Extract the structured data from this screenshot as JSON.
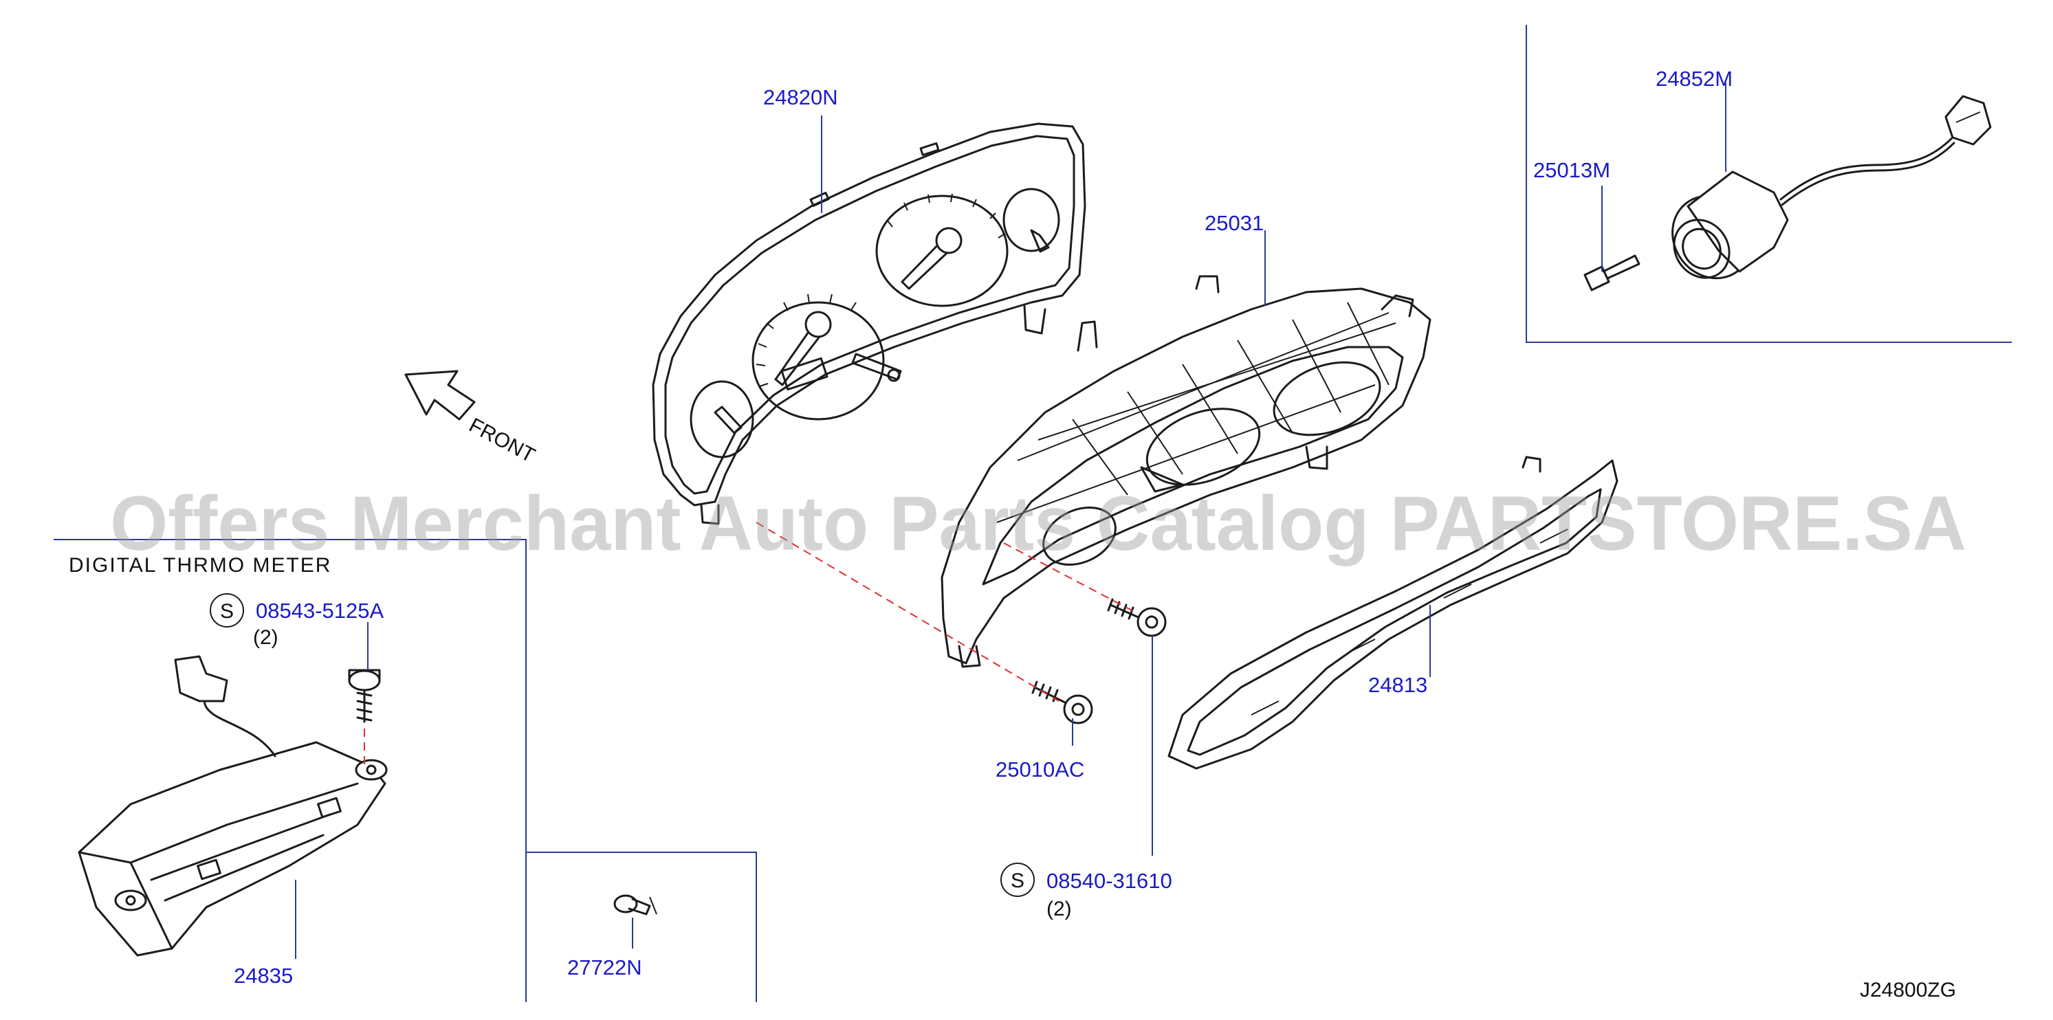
{
  "watermark": "Offers Merchant Auto Parts Catalog PARTSTORE.SA",
  "diagram_code": "J24800ZG",
  "direction_label": "FRONT",
  "section_title": "DIGITAL  THRMO  METER",
  "standard_symbol": "S",
  "parts": {
    "meter_lens": "24820N",
    "meter_case": "25031",
    "speed_sensor": "24852M",
    "sensor_pin": "25013M",
    "finisher": "24813",
    "screw_25010": "25010AC",
    "screw_08540": "08540-31610",
    "screw_08540_qty": "(2)",
    "screw_08543": "08543-5125A",
    "screw_08543_qty": "(2)",
    "thermo_meter": "24835",
    "bulb": "27722N"
  },
  "colors": {
    "part_number": "#1a1ac8",
    "leader": "#2a3a9a",
    "dashed_guide": "#e03030",
    "line_art": "#1c1c1c"
  }
}
